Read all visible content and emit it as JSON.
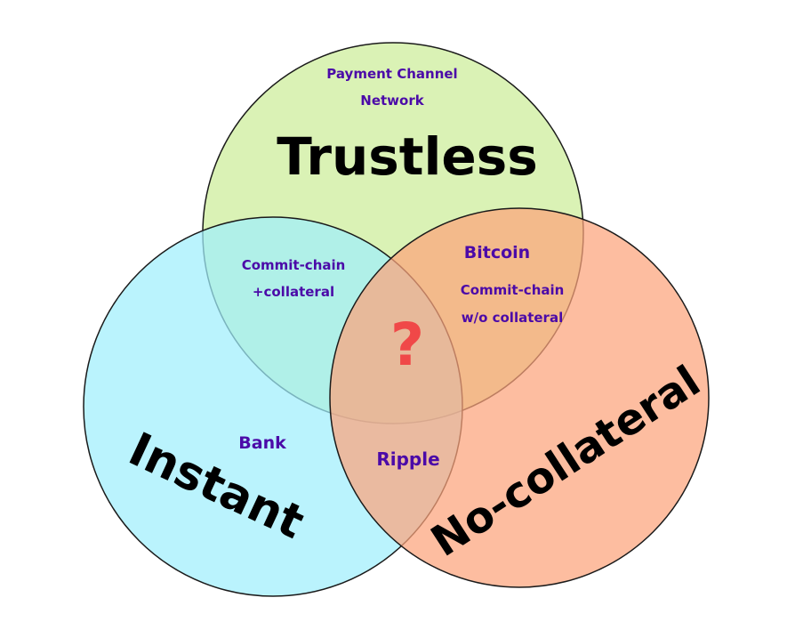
{
  "sets": {
    "trustless": {
      "label": "Trustless",
      "color": "#cfeea0"
    },
    "instant": {
      "label": "Instant",
      "color": "#9feefc"
    },
    "no_collateral": {
      "label": "No-collateral",
      "color": "#fca47c"
    }
  },
  "regions": {
    "trustless_only": [
      "Payment Channel",
      "Network"
    ],
    "trustless_instant": [
      "Commit-chain",
      "+collateral"
    ],
    "trustless_nocollateral_top": "Bitcoin",
    "trustless_nocollateral": [
      "Commit-chain",
      "w/o collateral"
    ],
    "instant_only": "Bank",
    "instant_nocollateral": "Ripple",
    "center": "?"
  },
  "colors": {
    "region_text": "#4b0aa8",
    "question_mark": "#f04848",
    "outline": "#1a1a1a"
  }
}
